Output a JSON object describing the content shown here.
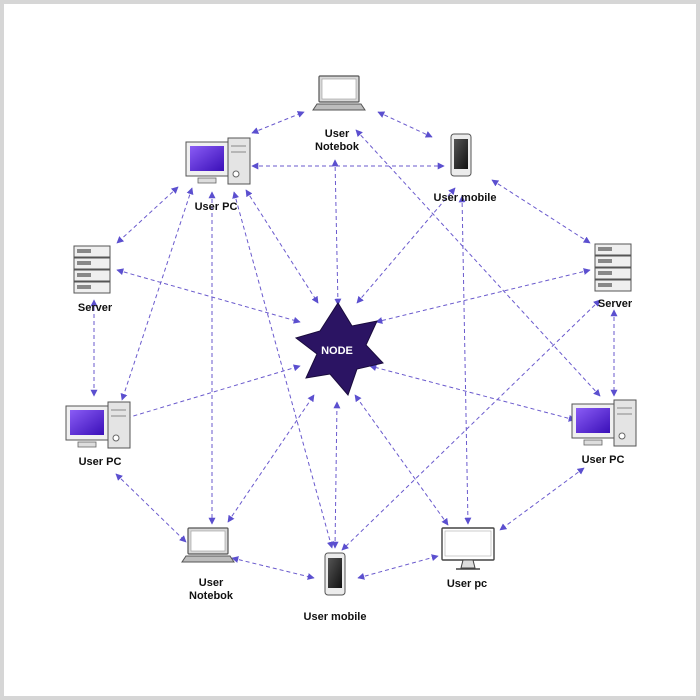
{
  "diagram": {
    "center_label": "NODE",
    "devices": {
      "top_notebook": "User\nNotebok",
      "top_left_pc": "User PC",
      "top_right_mobile": "User mobile",
      "left_server": "Server",
      "right_server": "Server",
      "left_pc": "User PC",
      "right_pc": "User PC",
      "bottom_left_notebook": "User\nNotebok",
      "bottom_mobile": "User mobile",
      "bottom_right_pc": "User pc"
    },
    "colors": {
      "accent": "#6a5acd",
      "node_fill": "#2b1463",
      "monitor_screen": "#5a14d8",
      "frame": "#d6d6d6"
    }
  }
}
